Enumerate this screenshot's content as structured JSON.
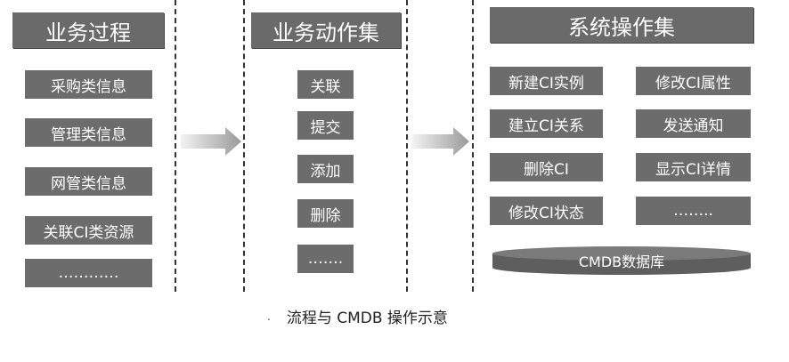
{
  "columns": {
    "business_process": {
      "title": "业务过程",
      "items": [
        "采购类信息",
        "管理类信息",
        "网管类信息",
        "关联CI类资源",
        "…………"
      ]
    },
    "business_action_set": {
      "title": "业务动作集",
      "items": [
        "关联",
        "提交",
        "添加",
        "删除",
        "……."
      ]
    },
    "system_operation_set": {
      "title": "系统操作集",
      "items_left": [
        "新建CI实例",
        "建立CI关系",
        "删除CI",
        "修改CI状态"
      ],
      "items_right": [
        "修改CI属性",
        "发送通知",
        "显示CI详情",
        "…….."
      ],
      "database": "CMDB数据库"
    }
  },
  "caption": {
    "mark": ".",
    "text": "流程与 CMDB 操作示意"
  },
  "colors": {
    "box_fill": "#6c6c6c",
    "text": "#ffffff",
    "arrow": "#cfcfcf"
  }
}
